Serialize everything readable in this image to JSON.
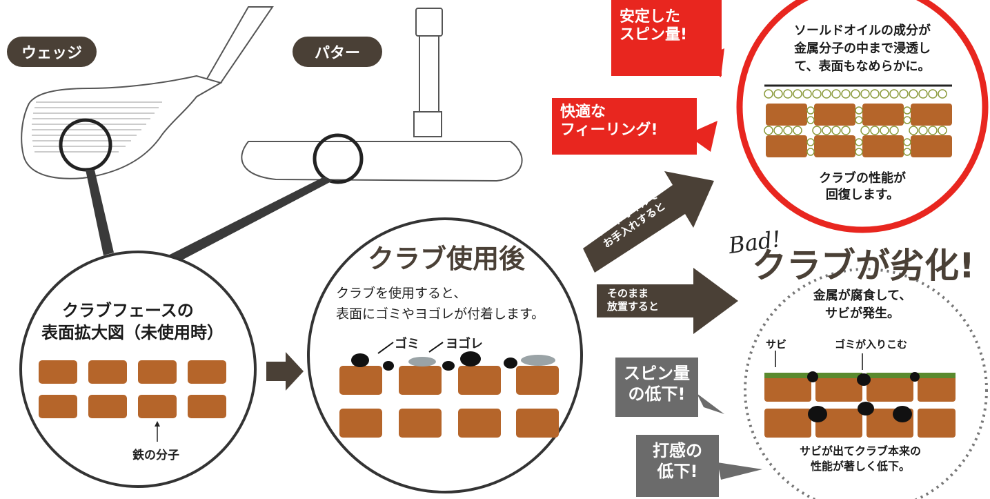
{
  "clubs": {
    "wedge_label": "ウェッジ",
    "putter_label": "パター"
  },
  "circle_unused": {
    "title_line1": "クラブフェースの",
    "title_line2": "表面拡大図（未使用時）",
    "molecule_label": "鉄の分子"
  },
  "circle_used": {
    "title": "クラブ使用後",
    "desc_line1": "クラブを使用すると、",
    "desc_line2": "表面にゴミやヨゴレが付着します。",
    "dirt_label": "ゴミ",
    "grime_label": "ヨゴレ"
  },
  "arrow_oil": {
    "line1": "ソードオイルで",
    "line2": "お手入れすると"
  },
  "arrow_neglect": {
    "line1": "そのまま",
    "line2": "放置すると"
  },
  "good_result": {
    "desc_line1": "ソールドオイルの成分が",
    "desc_line2": "金属分子の中まで浸透し",
    "desc_line3": "て、表面もなめらかに。",
    "recover_line1": "クラブの性能が",
    "recover_line2": "回復します。",
    "badge1_line1": "安定した",
    "badge1_line2": "スピン量!",
    "badge2_line1": "快適な",
    "badge2_line2": "フィーリング!"
  },
  "bad_result": {
    "bad_script": "Bad!",
    "headline": "クラブが劣化!",
    "desc_line1": "金属が腐食して、",
    "desc_line2": "サビが発生。",
    "rust_label": "サビ",
    "dirt_in_label": "ゴミが入りこむ",
    "bottom_line1": "サビが出てクラブ本来の",
    "bottom_line2": "性能が著しく低下。",
    "badge1_line1": "スピン量",
    "badge1_line2": "の低下!",
    "badge2_line1": "打感の",
    "badge2_line2": "低下!"
  },
  "colors": {
    "brown": "#b5652a",
    "dark": "#4a4036",
    "red": "#e8261f",
    "grey": "#6b6b6b",
    "rust": "#5a8a2e"
  }
}
